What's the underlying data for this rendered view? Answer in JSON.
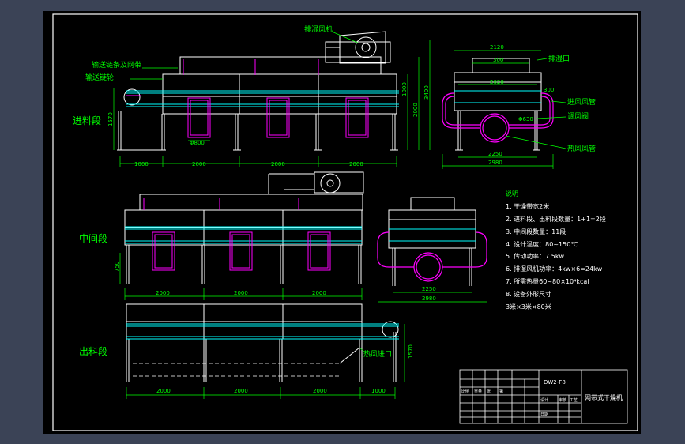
{
  "colors": {
    "viewport_bg": "#3b4356",
    "sheet_bg": "#000000",
    "frame": "#ffffff",
    "machine": "#ffffff",
    "belt": "#00ffff",
    "duct": "#ff00ff",
    "dimension": "#00ff00",
    "label": "#00ff00",
    "notes": "#ffffff",
    "title_block": "#ffffff"
  },
  "sections": {
    "feed": "进料段",
    "middle": "中间段",
    "discharge": "出料段"
  },
  "callouts": {
    "exhaust_fan": "排湿风机",
    "conveyor_chain": "输送链条及网带",
    "conveyor_sprocket": "输送链轮",
    "exhaust_port": "排湿口",
    "air_inlet_duct": "进风风管",
    "damper": "调风阀",
    "hot_air_duct": "热风风管",
    "hot_air_inlet": "热风进口"
  },
  "dims": {
    "feed_bottom": [
      "1000",
      "2000",
      "2000",
      "2000"
    ],
    "feed_sprocket_dia": "Φ800",
    "feed_vertical_left": "1570",
    "feed_vertical_r1": "1000",
    "feed_vertical_r2": "2000",
    "feed_vertical_r3": "3400",
    "end_top1": "2120",
    "end_top2": "300",
    "end_mid1": "2020",
    "end_side": "300",
    "end_fan_dia": "Φ630",
    "end_bottom1": "2250",
    "end_bottom2": "2980",
    "middle_bottom": [
      "2000",
      "2000",
      "2000"
    ],
    "middle_vertical": "750",
    "end2_bottom1": "2250",
    "end2_bottom2": "2980",
    "discharge_bottom": [
      "2000",
      "2000",
      "2000",
      "1000"
    ],
    "discharge_vertical": "1570"
  },
  "notes": {
    "heading": "说明",
    "lines": [
      "1. 干燥带宽2米",
      "2. 进料段、出料段数量：1+1=2段",
      "3. 中间段数量：11段",
      "4. 设计温度：80~150℃",
      "5. 传动功率：7.5kw",
      "6. 排湿风机功率：4kw×6=24kw",
      "7. 所需热量60~80×10⁴kcal",
      "8. 设备外形尺寸",
      "   3米×3米×80米"
    ]
  },
  "title_block": {
    "drawing_no": "DW2-F8",
    "title": "网带式干燥机",
    "small_cells": [
      "比例",
      "重量",
      "张",
      "第",
      "设计",
      "审核",
      "工艺",
      "日期"
    ]
  }
}
